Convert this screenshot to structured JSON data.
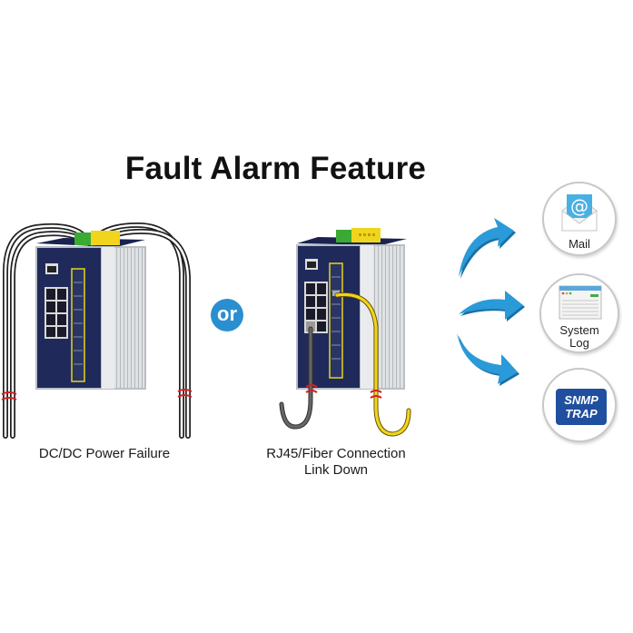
{
  "title": "Fault Alarm Feature",
  "separator": "or",
  "scenarios": [
    {
      "caption": "DC/DC Power Failure"
    },
    {
      "caption_line1": "RJ45/Fiber Connection",
      "caption_line2": "Link Down"
    }
  ],
  "notifications": [
    {
      "label": "Mail",
      "icon": "envelope-at-icon"
    },
    {
      "label_line1": "System",
      "label_line2": "Log",
      "icon": "window-log-icon"
    },
    {
      "line1": "SNMP",
      "line2": "TRAP",
      "icon": "snmp-trap-badge"
    }
  ],
  "colors": {
    "arrow": "#2a9ad8",
    "or_badge": "#2a8fd0",
    "switch_front": "#1f2a5a",
    "port_highlight": "#e5d51a",
    "terminal_green": "#3aaa35",
    "terminal_yellow": "#f1d51c",
    "fiber_cable": "#f1d51c",
    "copper_cable": "#666666",
    "fault_mark": "#d42020",
    "snmp_box": "#1f4f9e"
  }
}
